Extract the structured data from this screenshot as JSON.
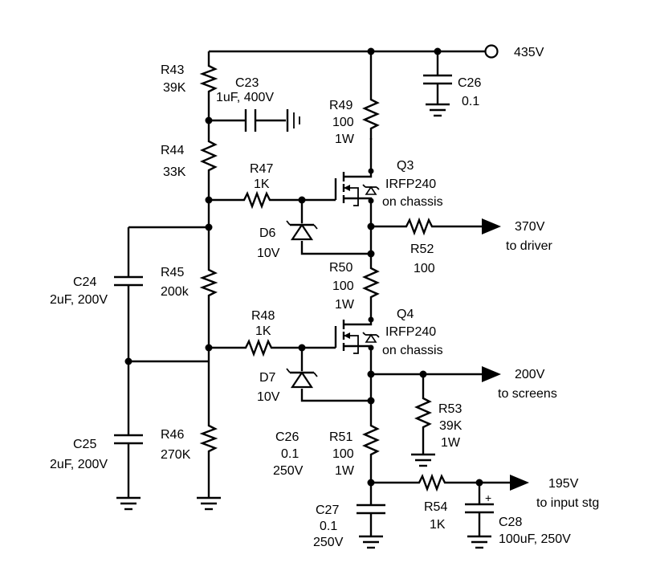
{
  "rails": [
    {
      "id": "in",
      "voltage": "435V",
      "note": ""
    },
    {
      "id": "driver",
      "voltage": "370V",
      "note": "to driver"
    },
    {
      "id": "screens",
      "voltage": "200V",
      "note": "to screens"
    },
    {
      "id": "inputstg",
      "voltage": "195V",
      "note": "to input stg"
    }
  ],
  "components": {
    "R43": {
      "ref": "R43",
      "value": "39K"
    },
    "C23": {
      "ref": "C23",
      "value": "1uF, 400V"
    },
    "R44": {
      "ref": "R44",
      "value": "33K"
    },
    "R47": {
      "ref": "R47",
      "value": "1K"
    },
    "D6": {
      "ref": "D6",
      "value": "10V"
    },
    "C24": {
      "ref": "C24",
      "value": "2uF, 200V"
    },
    "R45": {
      "ref": "R45",
      "value": "200k"
    },
    "R48": {
      "ref": "R48",
      "value": "1K"
    },
    "D7": {
      "ref": "D7",
      "value": "10V"
    },
    "C25": {
      "ref": "C25",
      "value": "2uF, 200V"
    },
    "R46": {
      "ref": "R46",
      "value": "270K"
    },
    "R49": {
      "ref": "R49",
      "value": "100",
      "rating": "1W"
    },
    "Q3": {
      "ref": "Q3",
      "part": "IRFP240",
      "note": "on chassis"
    },
    "R52": {
      "ref": "R52",
      "value": "100"
    },
    "R50": {
      "ref": "R50",
      "value": "100",
      "rating": "1W"
    },
    "Q4": {
      "ref": "Q4",
      "part": "IRFP240",
      "note": "on chassis"
    },
    "R53": {
      "ref": "R53",
      "value": "39K",
      "rating": "1W"
    },
    "C26a": {
      "ref": "C26",
      "value": "0.1"
    },
    "C26b": {
      "ref": "C26",
      "value": "0.1",
      "rating": "250V"
    },
    "R51": {
      "ref": "R51",
      "value": "100",
      "rating": "1W"
    },
    "R54": {
      "ref": "R54",
      "value": "1K"
    },
    "C27": {
      "ref": "C27",
      "value": "0.1",
      "rating": "250V"
    },
    "C28": {
      "ref": "C28",
      "value": "100uF, 250V",
      "polarity": "+"
    }
  }
}
